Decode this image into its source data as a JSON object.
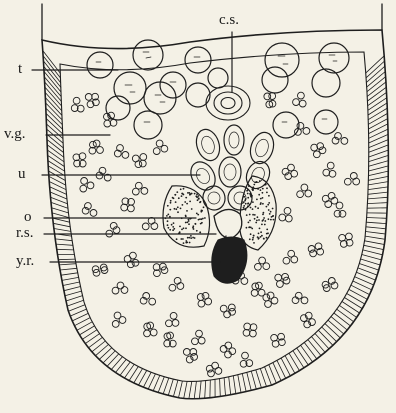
{
  "figure": {
    "labels": {
      "cs": "c.s.",
      "t": "t",
      "vg": "v.g.",
      "u": "u",
      "o": "o",
      "rs": "r.s.",
      "yr": "y.r."
    },
    "colors": {
      "paper": "#f4f1e6",
      "ink": "#1e1e1e"
    }
  }
}
